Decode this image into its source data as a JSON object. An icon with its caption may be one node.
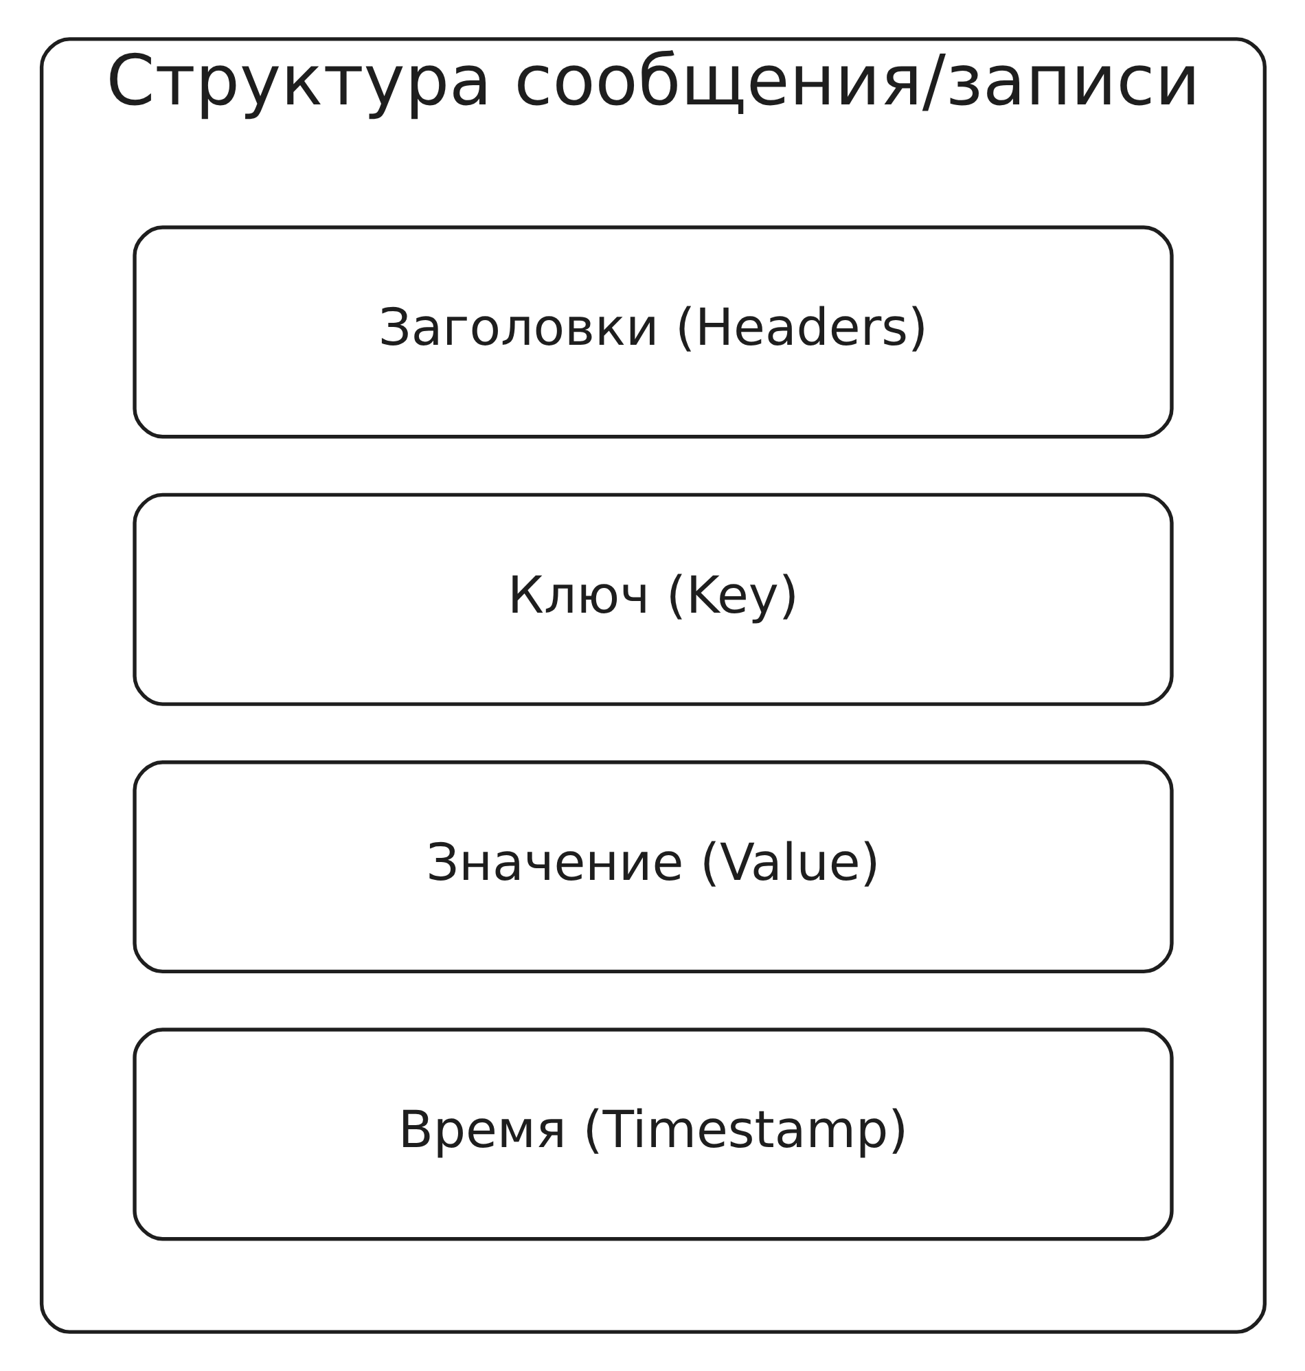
{
  "diagram": {
    "nodes": [
      {
        "text": [
          "Структура сообщения/записи"
        ]
      },
      {
        "text": [
          "Заголовки (Headers)"
        ],
        "in": 0
      },
      {
        "text": [
          "Ключ (Key)"
        ],
        "in": 0
      },
      {
        "text": [
          "Значение (Value)"
        ],
        "in": 0
      },
      {
        "text": [
          "Время (Timestamp)"
        ],
        "in": 0
      }
    ],
    "edges": []
  }
}
